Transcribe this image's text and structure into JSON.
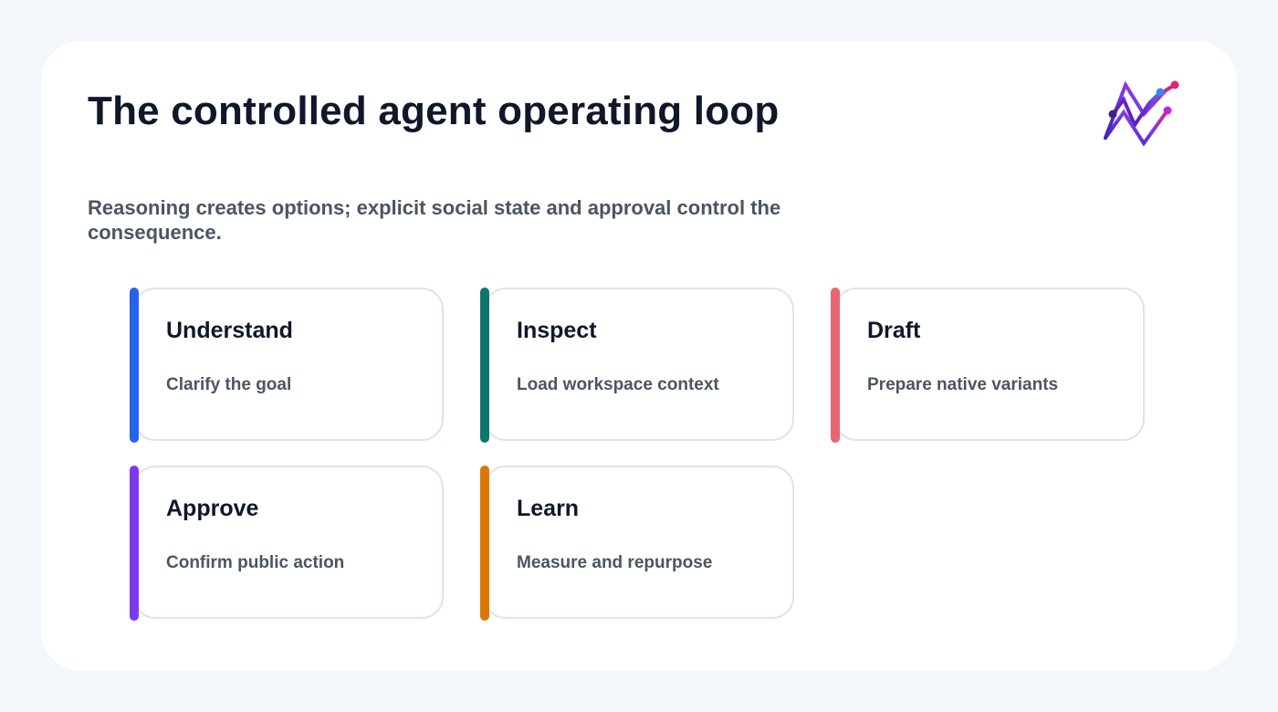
{
  "header": {
    "title": "The controlled agent operating loop",
    "subtitle": "Reasoning creates options; explicit social state and approval control the consequence."
  },
  "logo": {
    "icon": "zigzag-trend-logo-icon",
    "colors": [
      "#3b1fa8",
      "#7c3aed",
      "#3b82f6",
      "#db2777"
    ]
  },
  "steps": [
    {
      "title": "Understand",
      "description": "Clarify the goal",
      "color": "#2563eb"
    },
    {
      "title": "Inspect",
      "description": "Load workspace context",
      "color": "#0f766e"
    },
    {
      "title": "Draft",
      "description": "Prepare native variants",
      "color": "#e96472"
    },
    {
      "title": "Approve",
      "description": "Confirm public action",
      "color": "#7c3aed"
    },
    {
      "title": "Learn",
      "description": "Measure and repurpose",
      "color": "#d97706"
    }
  ]
}
